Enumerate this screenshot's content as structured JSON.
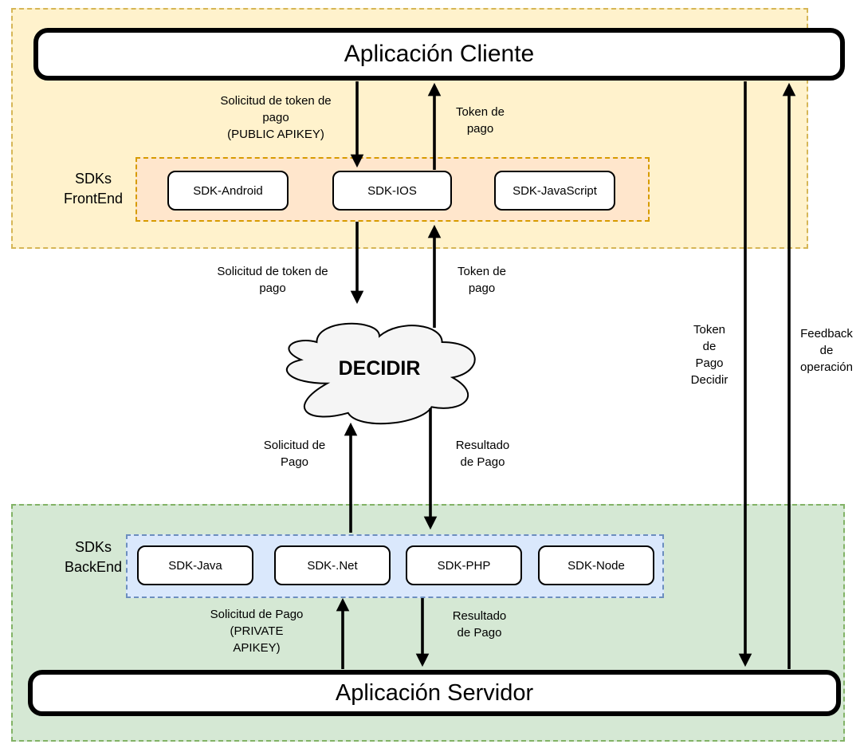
{
  "diagram": {
    "client_app": {
      "label": "Aplicación Cliente"
    },
    "server_app": {
      "label": "Aplicación Servidor"
    },
    "cloud": {
      "label": "DECIDIR"
    },
    "frontend_zone": {
      "label": "SDKs\nFrontEnd",
      "sdks": [
        {
          "label": "SDK-Android"
        },
        {
          "label": "SDK-IOS"
        },
        {
          "label": "SDK-JavaScript"
        }
      ]
    },
    "backend_zone": {
      "label": "SDKs\nBackEnd",
      "sdks": [
        {
          "label": "SDK-Java"
        },
        {
          "label": "SDK-.Net"
        },
        {
          "label": "SDK-PHP"
        },
        {
          "label": "SDK-Node"
        }
      ]
    },
    "labels": {
      "solicitud_token_public": "Solicitud de token de\npago\n(PUBLIC APIKEY)",
      "token_pago_top": "Token de\npago",
      "solicitud_token_mid": "Solicitud de token de\npago",
      "token_pago_mid": "Token de\npago",
      "solicitud_pago": "Solicitud de\nPago",
      "resultado_pago_mid": "Resultado\nde Pago",
      "solicitud_pago_private": "Solicitud de Pago\n(PRIVATE\nAPIKEY)",
      "resultado_pago_bottom": "Resultado\nde Pago",
      "token_pago_decidir": "Token\nde\nPago\nDecidir",
      "feedback_operacion": "Feedback\nde\noperación"
    },
    "colors": {
      "frontend_fill": "#FFF2CC",
      "frontend_border": "#D6B656",
      "frontend_inner_fill": "#FFE6CC",
      "frontend_inner_border": "#D79B00",
      "backend_fill": "#D5E8D4",
      "backend_border": "#82B366",
      "backend_inner_fill": "#DAE8FC",
      "backend_inner_border": "#6C8EBF",
      "cloud_fill": "#F5F5F5",
      "arrow_color": "#000000"
    }
  }
}
